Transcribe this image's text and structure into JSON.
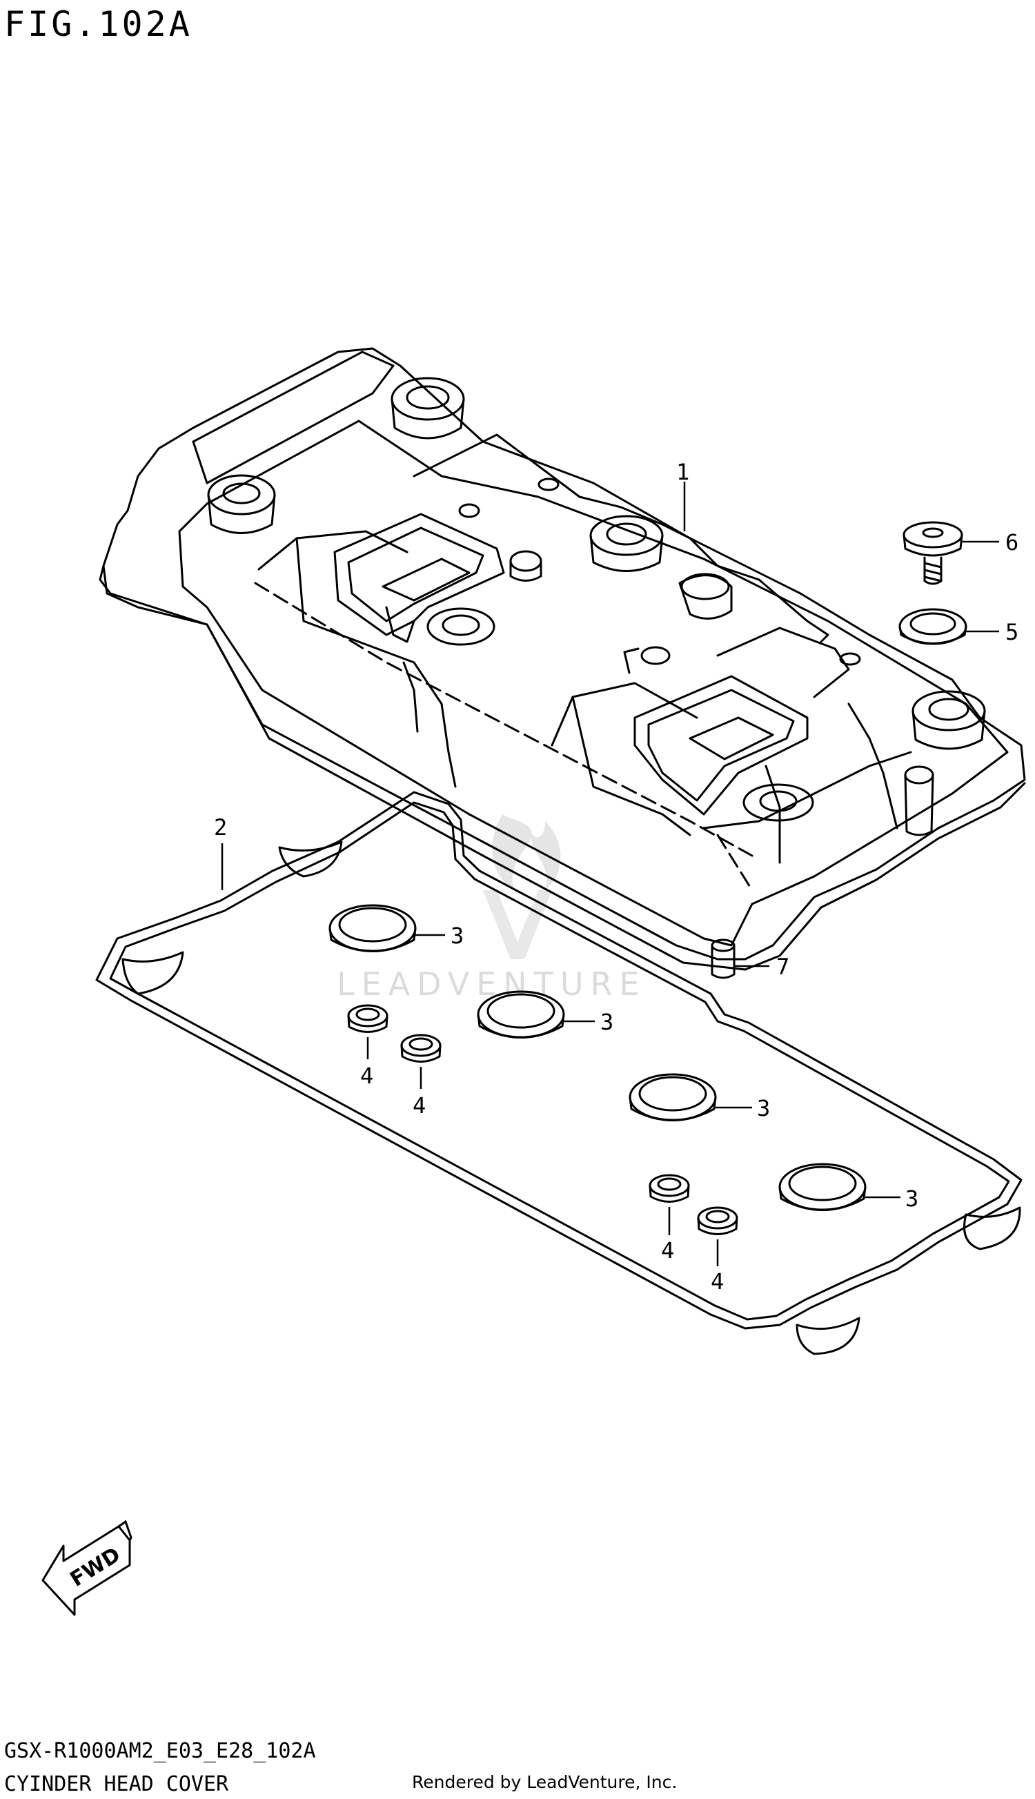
{
  "figure": {
    "title": "FIG.102A"
  },
  "footer": {
    "model_code": "GSX-R1000AM2_E03_E28_102A",
    "part_group": "CYINDER HEAD COVER",
    "rendered_by": "Rendered by LeadVenture, Inc."
  },
  "watermark": "LEADVENTURE",
  "fwd_label": "FWD",
  "callouts": [
    {
      "id": "1",
      "label": "1"
    },
    {
      "id": "2",
      "label": "2"
    },
    {
      "id": "3a",
      "label": "3"
    },
    {
      "id": "3b",
      "label": "3"
    },
    {
      "id": "3c",
      "label": "3"
    },
    {
      "id": "3d",
      "label": "3"
    },
    {
      "id": "4a",
      "label": "4"
    },
    {
      "id": "4b",
      "label": "4"
    },
    {
      "id": "4c",
      "label": "4"
    },
    {
      "id": "4d",
      "label": "4"
    },
    {
      "id": "5",
      "label": "5"
    },
    {
      "id": "6",
      "label": "6"
    },
    {
      "id": "7",
      "label": "7"
    }
  ]
}
